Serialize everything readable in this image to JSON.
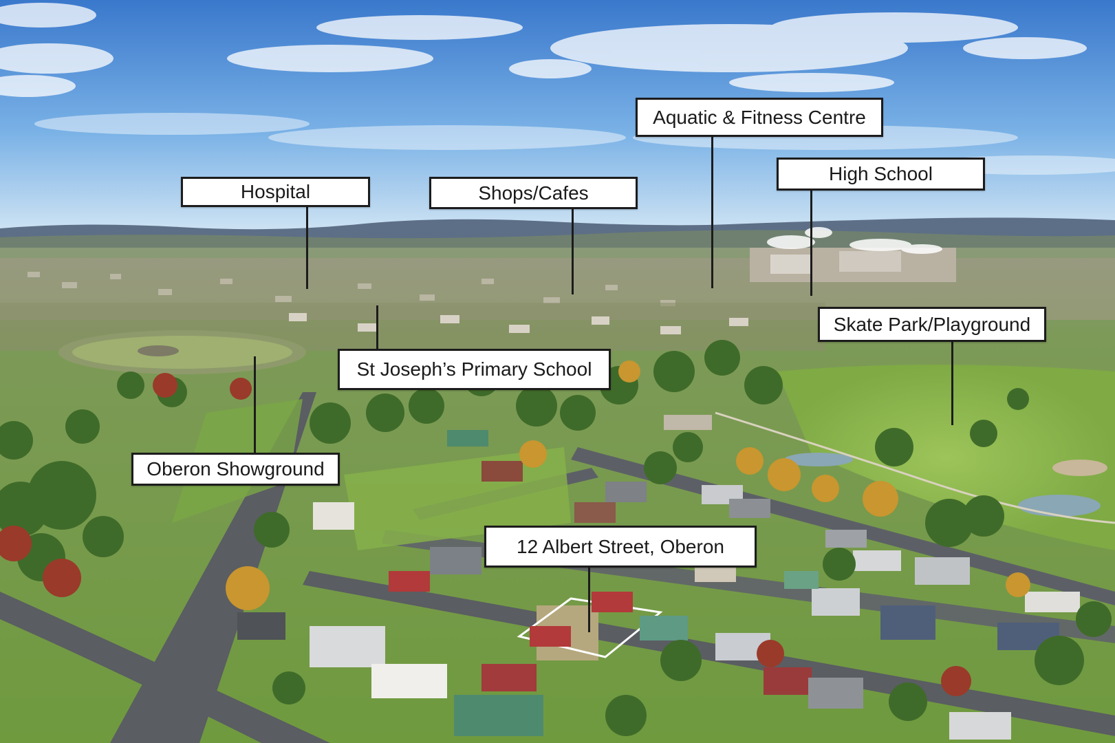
{
  "annotations": {
    "hospital": "Hospital",
    "shops_cafes": "Shops/Cafes",
    "aquatic_fitness": "Aquatic & Fitness Centre",
    "high_school": "High School",
    "skate_park": "Skate Park/Playground",
    "st_josephs": "St Joseph’s Primary School",
    "showground": "Oberon Showground",
    "property": "12 Albert Street, Oberon"
  },
  "colors": {
    "sky_top": "#3f7fd0",
    "sky_horizon": "#cfe3f3",
    "hills": "#5b6e84",
    "grass": "#7fa84a",
    "label_border": "#1c1c1c",
    "label_fill": "#ffffff"
  }
}
